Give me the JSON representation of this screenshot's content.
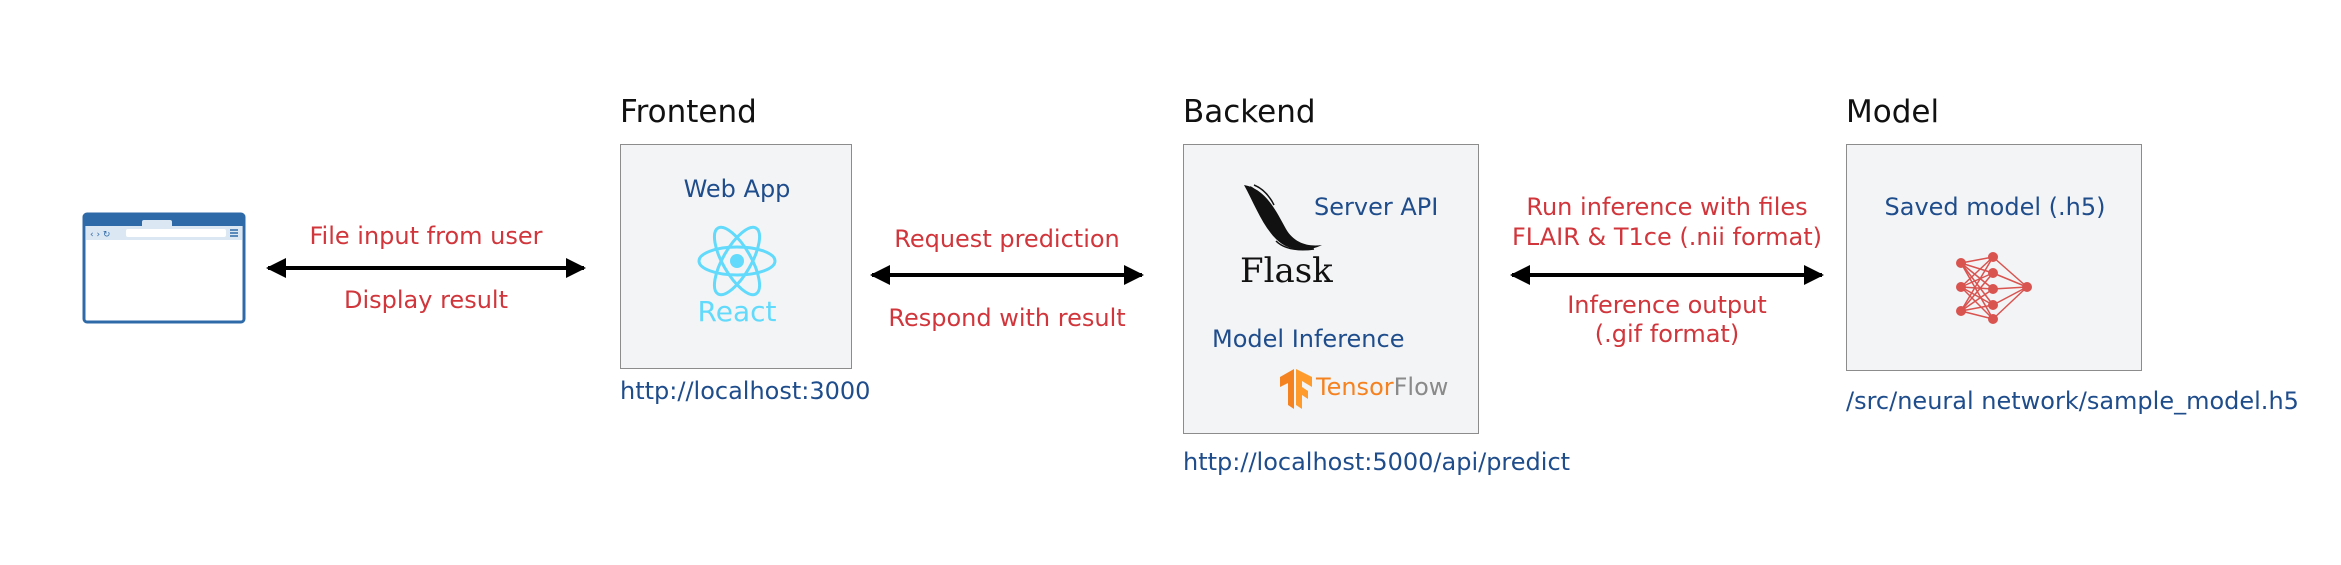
{
  "sections": {
    "frontend": {
      "heading": "Frontend",
      "box_title": "Web App",
      "logo_text": "React",
      "url": "http://localhost:3000"
    },
    "backend": {
      "heading": "Backend",
      "server_label": "Server API",
      "flask_text": "Flask",
      "inference_label": "Model Inference",
      "tf_text_a": "Tensor",
      "tf_text_b": "Flow",
      "url": "http://localhost:5000/api/predict"
    },
    "model": {
      "heading": "Model",
      "box_title": "Saved model (.h5)",
      "path": "/src/neural network/sample_model.h5"
    }
  },
  "connectors": {
    "browser_frontend": {
      "top": "File input from user",
      "bottom": "Display result"
    },
    "frontend_backend": {
      "top": "Request prediction",
      "bottom": "Respond with result"
    },
    "backend_model": {
      "top_line1": "Run inference with files",
      "top_line2": "FLAIR & T1ce (.nii format)",
      "bottom_line1": "Inference output",
      "bottom_line2": "(.gif format)"
    }
  },
  "icons": [
    "browser-window-icon",
    "react-logo-icon",
    "flask-logo-icon",
    "tensorflow-logo-icon",
    "neural-network-icon"
  ],
  "colors": {
    "heading": "#111111",
    "blue_text": "#1f4d8c",
    "red_text": "#d0363b",
    "box_fill": "#f3f4f6",
    "box_border": "#8c8c8c",
    "react": "#61dafb",
    "tensorflow_orange": "#f58220",
    "network_red": "#d9534f",
    "browser_blue": "#2f6aa8"
  }
}
